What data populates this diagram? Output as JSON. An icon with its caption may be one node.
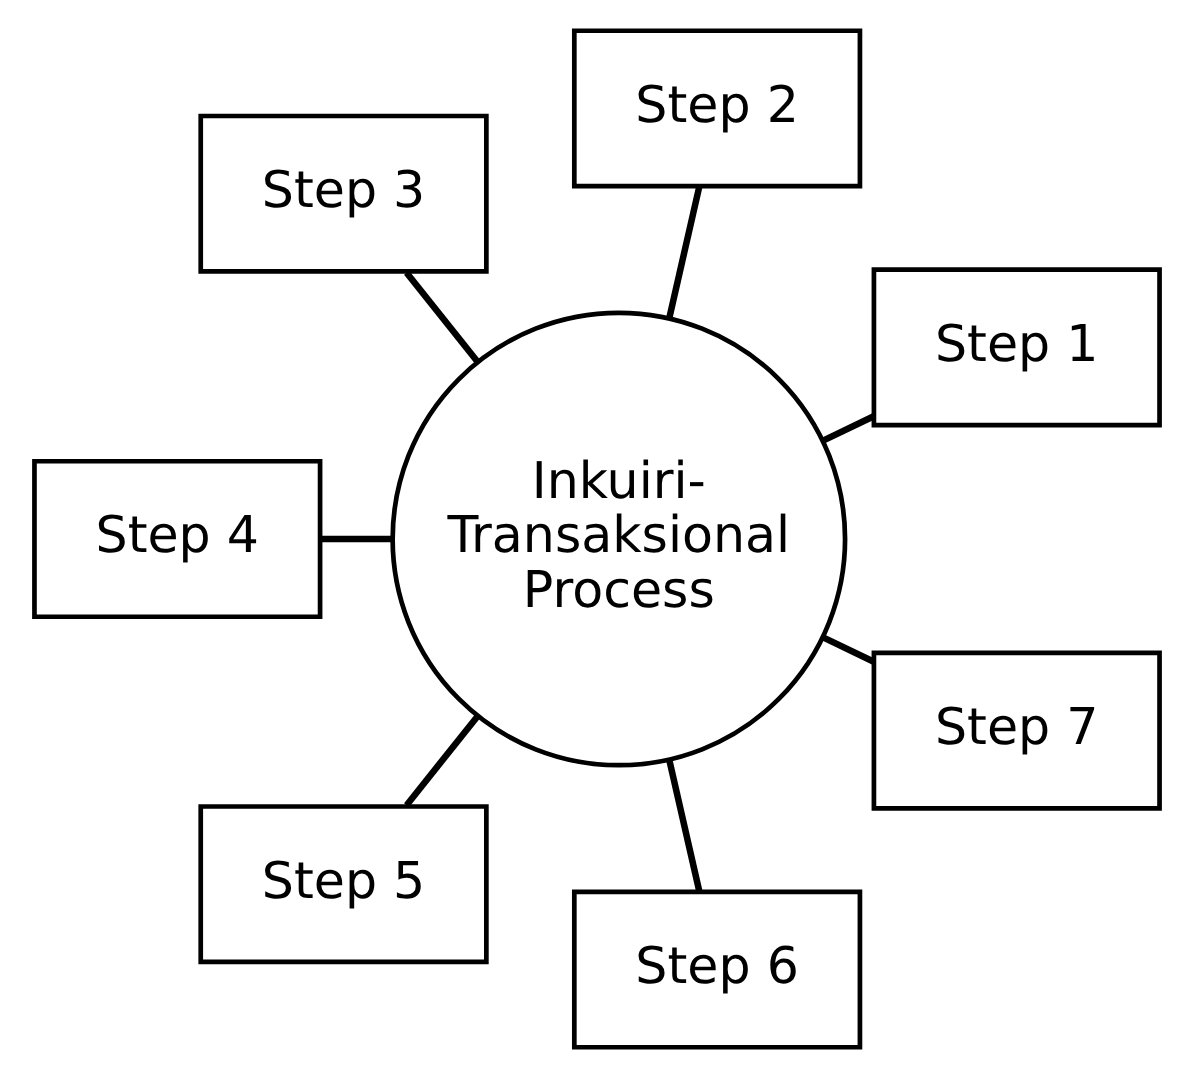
{
  "diagram": {
    "nodes": [
      {
        "text": [
          "Inkuiri-Transaksional Process"
        ]
      },
      {
        "text": [
          "Step 1"
        ]
      },
      {
        "text": [
          "Step 2"
        ]
      },
      {
        "text": [
          "Step 3"
        ]
      },
      {
        "text": [
          "Step 4"
        ]
      },
      {
        "text": [
          "Step 5"
        ]
      },
      {
        "text": [
          "Step 6"
        ]
      },
      {
        "text": [
          "Step 7"
        ]
      }
    ],
    "edges": [
      {
        "from": 0,
        "to": 1,
        "arrow": "none"
      },
      {
        "from": 0,
        "to": 2,
        "arrow": "none"
      },
      {
        "from": 0,
        "to": 3,
        "arrow": "none"
      },
      {
        "from": 0,
        "to": 4,
        "arrow": "none"
      },
      {
        "from": 0,
        "to": 5,
        "arrow": "none"
      },
      {
        "from": 0,
        "to": 6,
        "arrow": "none"
      },
      {
        "from": 0,
        "to": 7,
        "arrow": "none"
      }
    ]
  }
}
